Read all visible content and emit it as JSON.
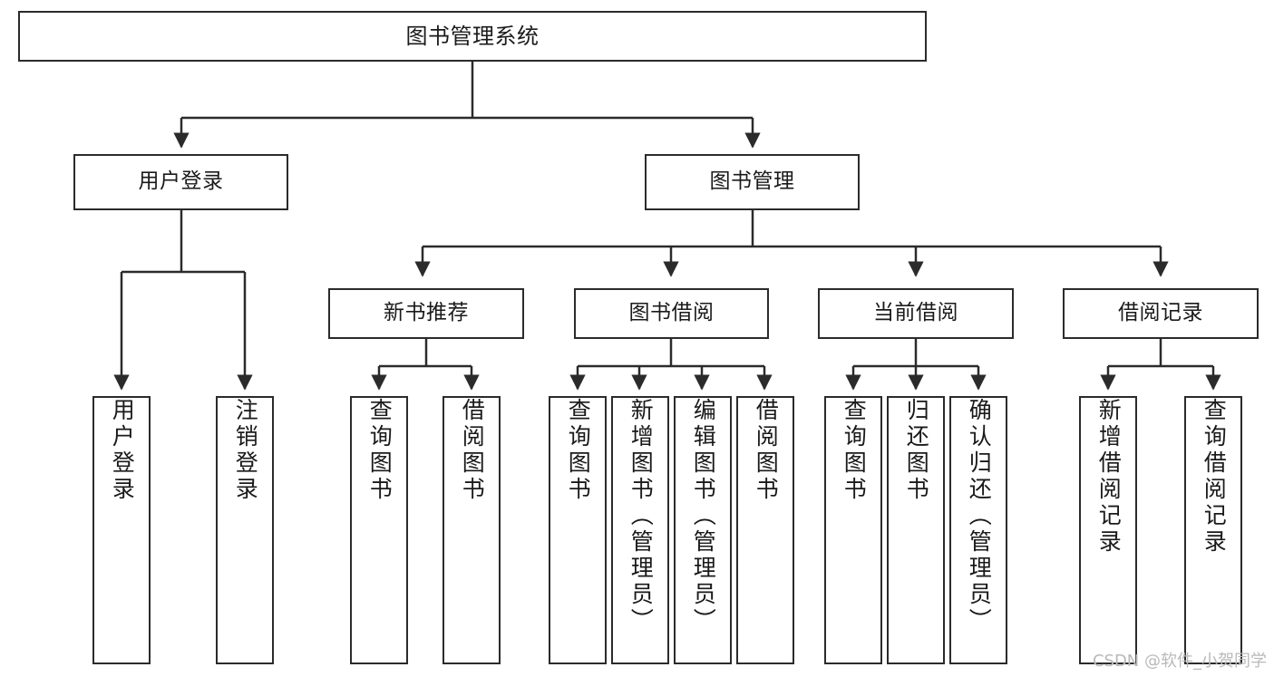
{
  "diagram": {
    "title": "图书管理系统",
    "type": "tree-hierarchy",
    "watermark": "CSDN @软件_小贺同学",
    "accent_color": "#2b2b2b",
    "background": "#ffffff"
  },
  "nodes": {
    "root": {
      "label": "图书管理系统",
      "level": 1
    },
    "level2": [
      {
        "id": "user-login",
        "label": "用户登录"
      },
      {
        "id": "book-manage",
        "label": "图书管理"
      }
    ],
    "level3": [
      {
        "id": "new-book-recommend",
        "label": "新书推荐",
        "parent": "book-manage"
      },
      {
        "id": "book-borrow",
        "label": "图书借阅",
        "parent": "book-manage"
      },
      {
        "id": "current-borrow",
        "label": "当前借阅",
        "parent": "book-manage"
      },
      {
        "id": "borrow-record",
        "label": "借阅记录",
        "parent": "book-manage"
      }
    ],
    "leaves": [
      {
        "id": "leaf-user-login",
        "label": "用户登录",
        "parent": "user-login"
      },
      {
        "id": "leaf-logout",
        "label": "注销登录",
        "parent": "user-login"
      },
      {
        "id": "leaf-query-book-1",
        "label": "查询图书",
        "parent": "new-book-recommend"
      },
      {
        "id": "leaf-borrow-book-1",
        "label": "借阅图书",
        "parent": "new-book-recommend"
      },
      {
        "id": "leaf-query-book-2",
        "label": "查询图书",
        "parent": "book-borrow"
      },
      {
        "id": "leaf-add-book",
        "label": "新增图书（管理员）",
        "parent": "book-borrow"
      },
      {
        "id": "leaf-edit-book",
        "label": "编辑图书（管理员）",
        "parent": "book-borrow"
      },
      {
        "id": "leaf-borrow-book-2",
        "label": "借阅图书",
        "parent": "book-borrow"
      },
      {
        "id": "leaf-query-book-3",
        "label": "查询图书",
        "parent": "current-borrow"
      },
      {
        "id": "leaf-return-book",
        "label": "归还图书",
        "parent": "current-borrow"
      },
      {
        "id": "leaf-confirm-return",
        "label": "确认归还（管理员）",
        "parent": "current-borrow"
      },
      {
        "id": "leaf-add-record",
        "label": "新增借阅记录",
        "parent": "borrow-record"
      },
      {
        "id": "leaf-query-record",
        "label": "查询借阅记录",
        "parent": "borrow-record"
      }
    ]
  }
}
